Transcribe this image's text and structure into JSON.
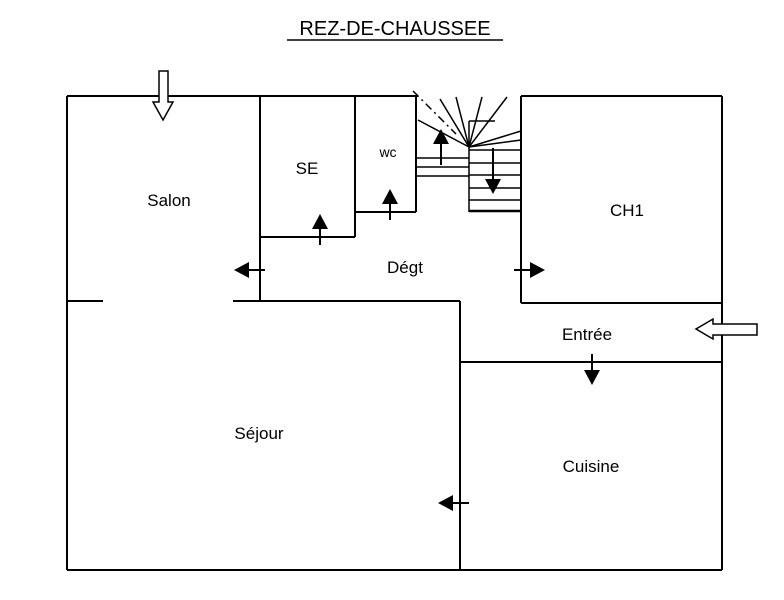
{
  "title": "REZ-DE-CHAUSSEE",
  "rooms": {
    "salon": "Salon",
    "se": "SE",
    "wc": "wc",
    "degt": "Dégt",
    "ch1": "CH1",
    "entree": "Entrée",
    "sejour": "Séjour",
    "cuisine": "Cuisine"
  },
  "colors": {
    "line": "#000000",
    "background": "#ffffff"
  },
  "icons": {
    "door_arrow": "filled-arrow-icon",
    "access_arrow": "hollow-arrow-icon",
    "stair_arrow": "stair-direction-arrow-icon"
  }
}
